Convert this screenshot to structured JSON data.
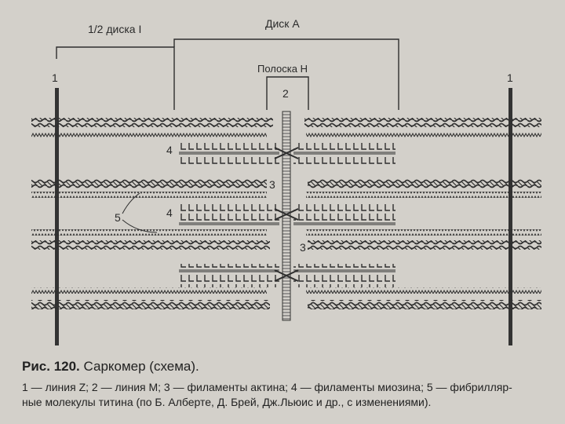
{
  "labels": {
    "half_disk_i": "1/2 диска I",
    "disk_a": "Диск А",
    "h_band": "Полоска H",
    "n1_left": "1",
    "n1_right": "1",
    "n2": "2",
    "n3_a": "3",
    "n3_b": "3",
    "n4_a": "4",
    "n4_b": "4",
    "n5": "5"
  },
  "caption": {
    "fig": "Рис. 120.",
    "title": "Саркомер (схема).",
    "text_line1": "1 — линия Z; 2 — линия М; 3 — филаменты актина; 4 — филаменты миозина; 5 — фибрилляр-",
    "text_line2": "ные молекулы титина (по Б. Алберте, Д. Брей, Дж.Льюис и др., с изменениями)."
  },
  "colors": {
    "ink": "#2e2e2e",
    "paper": "#d3d0ca"
  }
}
